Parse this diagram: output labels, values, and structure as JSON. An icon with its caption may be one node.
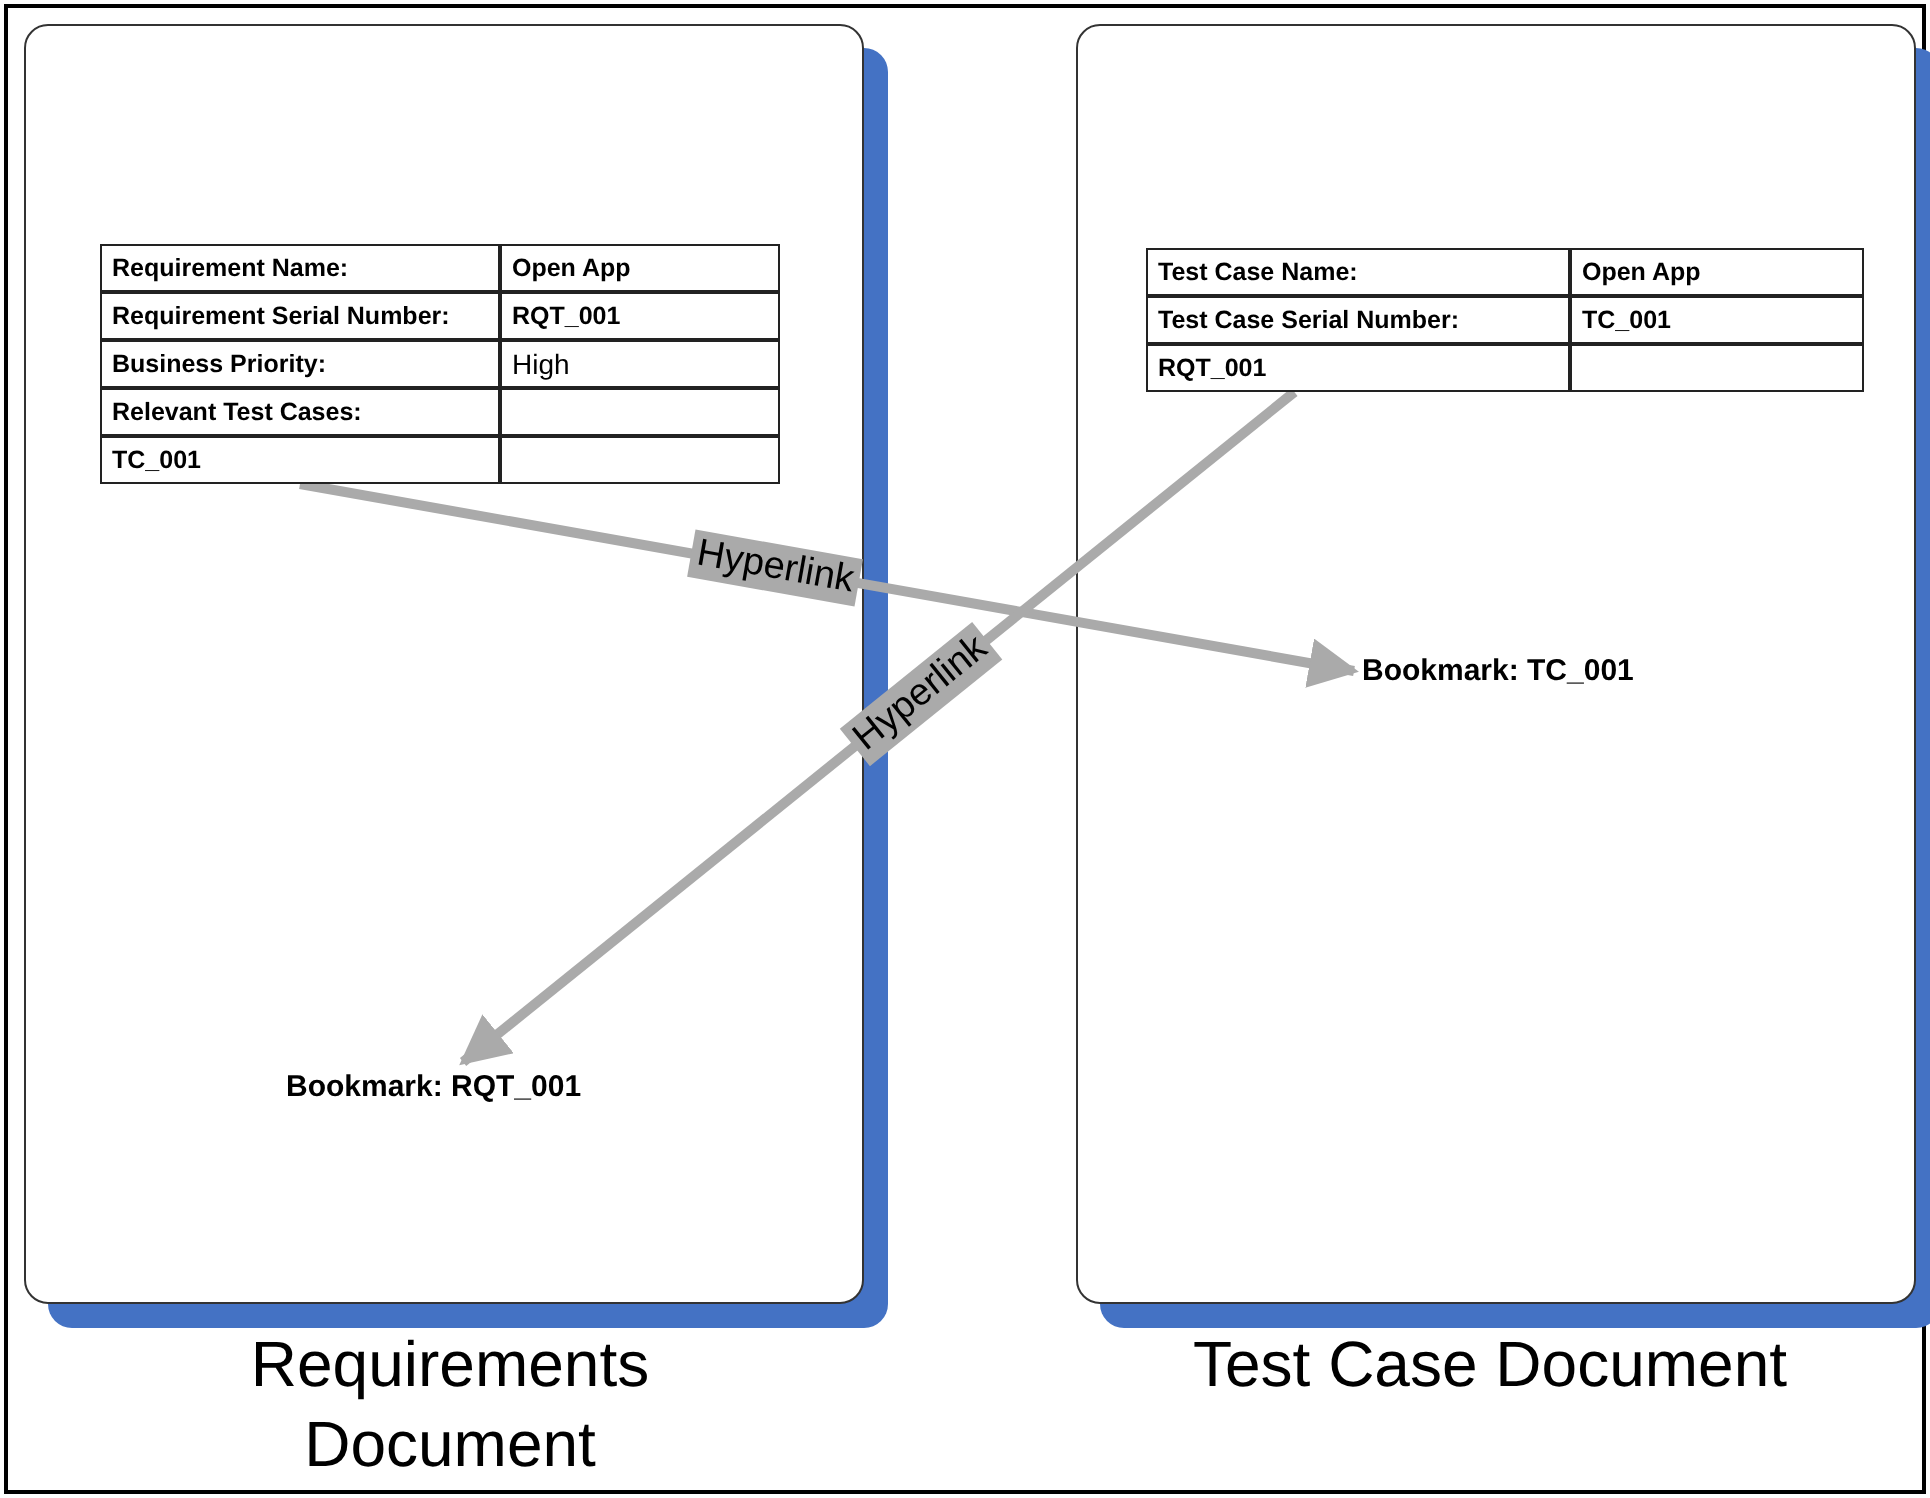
{
  "diagram": {
    "nodes": [
      {
        "text": [
          "Requirements Document"
        ]
      },
      {
        "text": [
          "TC_001"
        ],
        "in": 0
      },
      {
        "text": [
          "Bookmark: RQT_001"
        ],
        "in": 0
      },
      {
        "text": [
          "Test Case Document"
        ]
      },
      {
        "text": [
          "RQT_001"
        ],
        "in": 3
      },
      {
        "text": [
          "Bookmark: TC_001"
        ],
        "in": 3
      }
    ],
    "edges": [
      {
        "from": 1,
        "to": 5,
        "arrow": "to",
        "label": "Hyperlink"
      },
      {
        "from": 4,
        "to": 2,
        "arrow": "to",
        "label": "Hyperlink"
      }
    ],
    "labels": [
      "Requirement Name:",
      "Open App",
      "Requirement Serial Number:",
      "RQT_001",
      "Business Priority:",
      "High",
      "Relevant Test Cases:",
      "Test Case Name:",
      "Open App",
      "Test Case Serial Number:",
      "TC_001"
    ]
  }
}
